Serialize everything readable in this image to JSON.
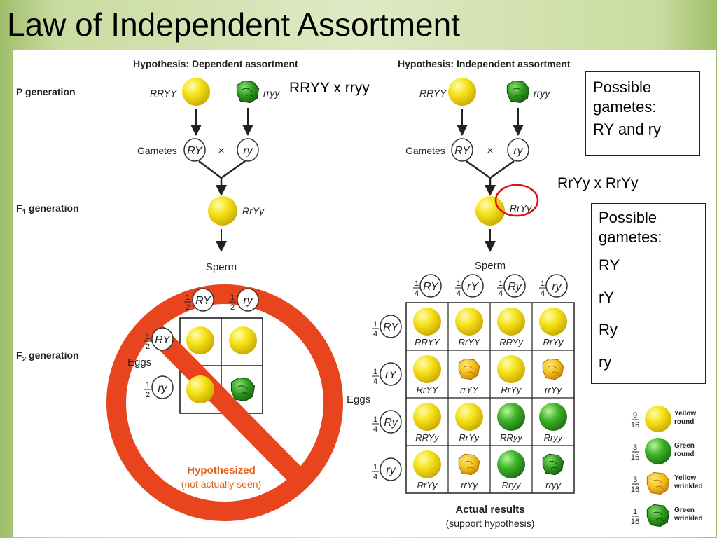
{
  "title": "Law of Independent Assortment",
  "callouts": {
    "p_cross": "RRYY x rryy",
    "f1_cross": "RrYy x RrYy"
  },
  "box1": {
    "heading": "Possible gametes:",
    "items": "RY and ry"
  },
  "box2": {
    "heading": "Possible gametes:",
    "items": [
      "RY",
      "rY",
      "Ry",
      "ry"
    ]
  },
  "left": {
    "hypothesis": "Hypothesis: Dependent assortment",
    "p_label": "P generation",
    "f1_label": "F",
    "f1_sub": "1",
    "f1_rest": " generation",
    "f2_label": "F",
    "f2_sub": "2",
    "f2_rest": " generation",
    "p_left_geno": "RRYY",
    "p_right_geno": "rryy",
    "gametes_label": "Gametes",
    "gamete1": "RY",
    "gamete2": "ry",
    "cross": "×",
    "f1_geno": "RrYy",
    "sperm": "Sperm",
    "eggs": "Eggs",
    "half": "1/2",
    "hypothesized": "Hypothesized",
    "not_seen": "(not actually seen)"
  },
  "right": {
    "hypothesis": "Hypothesis: Independent assortment",
    "p_left_geno": "RRYY",
    "p_right_geno": "rryy",
    "gametes_label": "Gametes",
    "gamete1": "RY",
    "gamete2": "ry",
    "cross": "×",
    "f1_geno": "RrYy",
    "sperm": "Sperm",
    "eggs": "Eggs",
    "quarter": "1/4",
    "gametes": [
      "RY",
      "rY",
      "Ry",
      "ry"
    ],
    "grid": [
      [
        "RRYY",
        "RrYY",
        "RRYy",
        "RrYy"
      ],
      [
        "RrYY",
        "rrYY",
        "RrYy",
        "rrYy"
      ],
      [
        "RRYy",
        "RrYy",
        "RRyy",
        "Rryy"
      ],
      [
        "RrYy",
        "rrYy",
        "Rryy",
        "rryy"
      ]
    ],
    "phenotypes": [
      [
        "YR",
        "YR",
        "YR",
        "YR"
      ],
      [
        "YR",
        "YW",
        "YR",
        "YW"
      ],
      [
        "YR",
        "YR",
        "GR",
        "GR"
      ],
      [
        "YR",
        "YW",
        "GR",
        "GW"
      ]
    ],
    "actual": "Actual results",
    "support": "(support hypothesis)"
  },
  "legend": [
    {
      "num": "9",
      "den": "16",
      "line1": "Yellow",
      "line2": "round",
      "type": "YR"
    },
    {
      "num": "3",
      "den": "16",
      "line1": "Green",
      "line2": "round",
      "type": "GR"
    },
    {
      "num": "3",
      "den": "16",
      "line1": "Yellow",
      "line2": "wrinkled",
      "type": "YW"
    },
    {
      "num": "1",
      "den": "16",
      "line1": "Green",
      "line2": "wrinkled",
      "type": "GW"
    }
  ],
  "colors": {
    "yellow_pea": "#f2dc17",
    "green_pea": "#3fb52a",
    "wrinkled_yellow": "#f0c21a",
    "no_sign": "#e8441e",
    "hypothesized_text": "#e2621a",
    "highlight_circle": "#e01010"
  }
}
